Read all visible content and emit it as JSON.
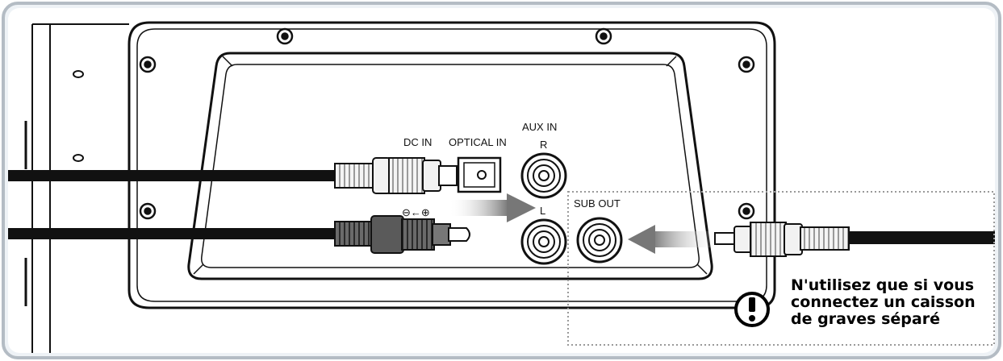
{
  "labels": {
    "dc_in": "DC IN",
    "optical_in": "OPTICAL IN",
    "aux_in": "AUX IN",
    "aux_r": "R",
    "aux_l": "L",
    "sub_out": "SUB OUT",
    "polarity": "⊖←⊕"
  },
  "note": {
    "lines": [
      "N'utilisez que si vous",
      "connectez un caisson",
      "de graves séparé"
    ],
    "icon": "exclamation-icon"
  },
  "colors": {
    "frame_border": "#b4bcc4",
    "frame_fill": "#eef2f6",
    "panel_fill": "#ffffff",
    "outline": "#111111",
    "cable": "#111111",
    "arrow": "#8a8a8a",
    "dotted_box": "#9a9a9a"
  }
}
